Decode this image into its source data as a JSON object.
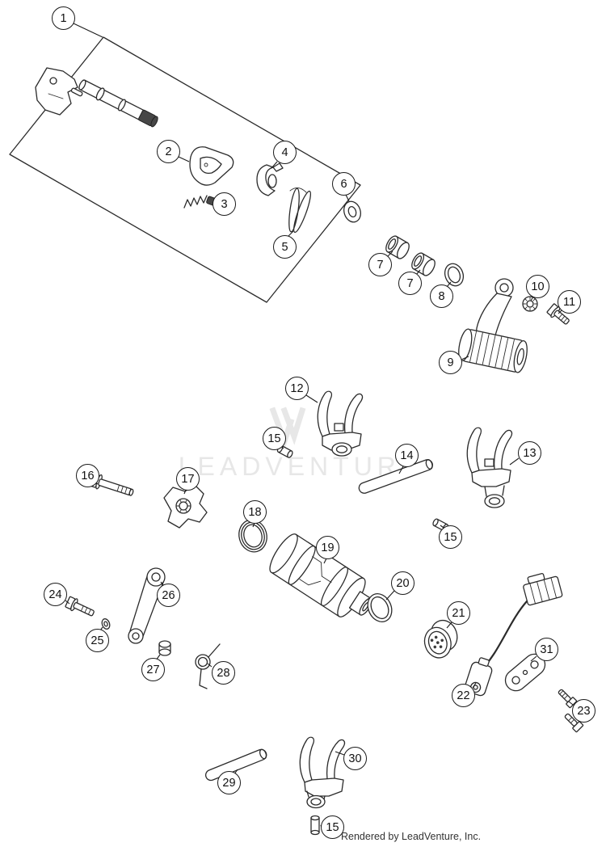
{
  "diagram": {
    "watermark_text": "LEADVENTURE",
    "footer_credit": "Rendered by LeadVenture, Inc.",
    "colors": {
      "line": "#2b2b2b",
      "watermark": "#e7e7e7"
    },
    "callouts": [
      {
        "label": "1"
      },
      {
        "label": "2"
      },
      {
        "label": "3"
      },
      {
        "label": "4"
      },
      {
        "label": "5"
      },
      {
        "label": "6"
      },
      {
        "label": "7"
      },
      {
        "label": "7"
      },
      {
        "label": "8"
      },
      {
        "label": "9"
      },
      {
        "label": "10"
      },
      {
        "label": "11"
      },
      {
        "label": "12"
      },
      {
        "label": "15"
      },
      {
        "label": "14"
      },
      {
        "label": "13"
      },
      {
        "label": "16"
      },
      {
        "label": "17"
      },
      {
        "label": "18"
      },
      {
        "label": "15"
      },
      {
        "label": "19"
      },
      {
        "label": "20"
      },
      {
        "label": "21"
      },
      {
        "label": "24"
      },
      {
        "label": "25"
      },
      {
        "label": "26"
      },
      {
        "label": "27"
      },
      {
        "label": "28"
      },
      {
        "label": "22"
      },
      {
        "label": "31"
      },
      {
        "label": "23"
      },
      {
        "label": "29"
      },
      {
        "label": "30"
      },
      {
        "label": "15"
      }
    ]
  }
}
